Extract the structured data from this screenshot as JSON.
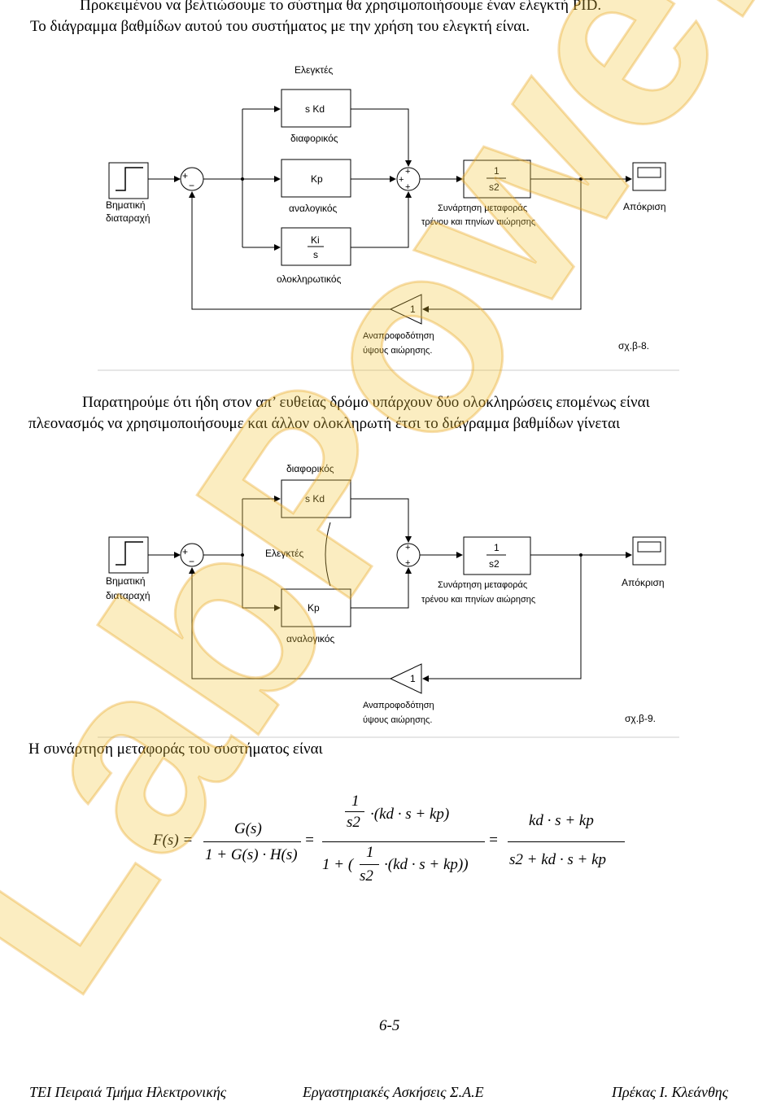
{
  "intro": {
    "line1": "Προκειμένου να βελτιώσουμε το σύστημα θα χρησιμοποιήσουμε έναν ελεγκτή PID.",
    "line2": "Το διάγραμμα βαθμίδων αυτού του συστήματος με την χρήση του ελεγκτή είναι."
  },
  "figure1": {
    "controllers_label": "Ελεγκτές",
    "kd_block": "s Kd",
    "kd_label": "διαφορικός",
    "kp_block": "Kp",
    "kp_label": "αναλογικός",
    "ki_num": "Ki",
    "ki_den": "s",
    "ki_label": "ολοκληρωτικός",
    "step_label_1": "Βηματική",
    "step_label_2": "διαταραχή",
    "sum1_plus": "+",
    "sum1_minus": "−",
    "sum2_signs": "+ + +",
    "tf_num": "1",
    "tf_den": "s2",
    "tf_label_1": "Συνάρτηση μεταφοράς",
    "tf_label_2": "τρένου και πηνίων αιώρησης",
    "scope_label": "Απόκριση",
    "gain_value": "1",
    "feedback_label_1": "Αναπροφοδότηση",
    "feedback_label_2": "ύψους αιώρησης.",
    "caption": "σχ.β-8."
  },
  "paragraph": {
    "line1": "Παρατηρούμε ότι ήδη στον απ’ ευθείας δρόμο υπάρχουν δύο ολοκληρώσεις επομένως είναι",
    "line2": "πλεονασμός να χρησιμοποιήσουμε και άλλον ολοκληρωτή έτσι το διάγραμμα βαθμίδων γίνεται"
  },
  "figure2": {
    "kd_top_label": "διαφορικός",
    "kd_block": "s Kd",
    "controllers_label": "Ελεγκτές",
    "kp_block": "Kp",
    "kp_label": "αναλογικός",
    "step_label_1": "Βηματική",
    "step_label_2": "διαταραχή",
    "tf_num": "1",
    "tf_den": "s2",
    "tf_label_1": "Συνάρτηση μεταφοράς",
    "tf_label_2": "τρένου και πηνίων αιώρησης",
    "scope_label": "Απόκριση",
    "gain_value": "1",
    "feedback_label_1": "Αναπροφοδότηση",
    "feedback_label_2": "ύψους αιώρησης.",
    "caption": "σχ.β-9."
  },
  "transfer_sentence": "Η συνάρτηση μεταφοράς του συστήματος είναι",
  "equation": {
    "lhs": "F(s) =",
    "g_num": "G(s)",
    "g_den": "1 + G(s) · H(s)",
    "eq1": "=",
    "mid_num_frac_num": "1",
    "mid_num_frac_den": "s2",
    "mid_num_rest": "·(kd · s + kp)",
    "mid_den_prefix": "1 + (",
    "mid_den_frac_num": "1",
    "mid_den_frac_den": "s2",
    "mid_den_rest": "·(kd · s + kp))",
    "eq2": "=",
    "final_num": "kd · s + kp",
    "final_den": "s2 + kd · s + kp"
  },
  "page_number": "6-5",
  "footer": {
    "left": "ΤΕΙ  Πειραιά Τμήμα Ηλεκτρονικής",
    "center": "Εργαστηριακές Ασκήσεις  Σ.Α.Ε",
    "right": "Πρέκας  Ι. Κλεάνθης"
  },
  "watermark_text": "LabPower"
}
